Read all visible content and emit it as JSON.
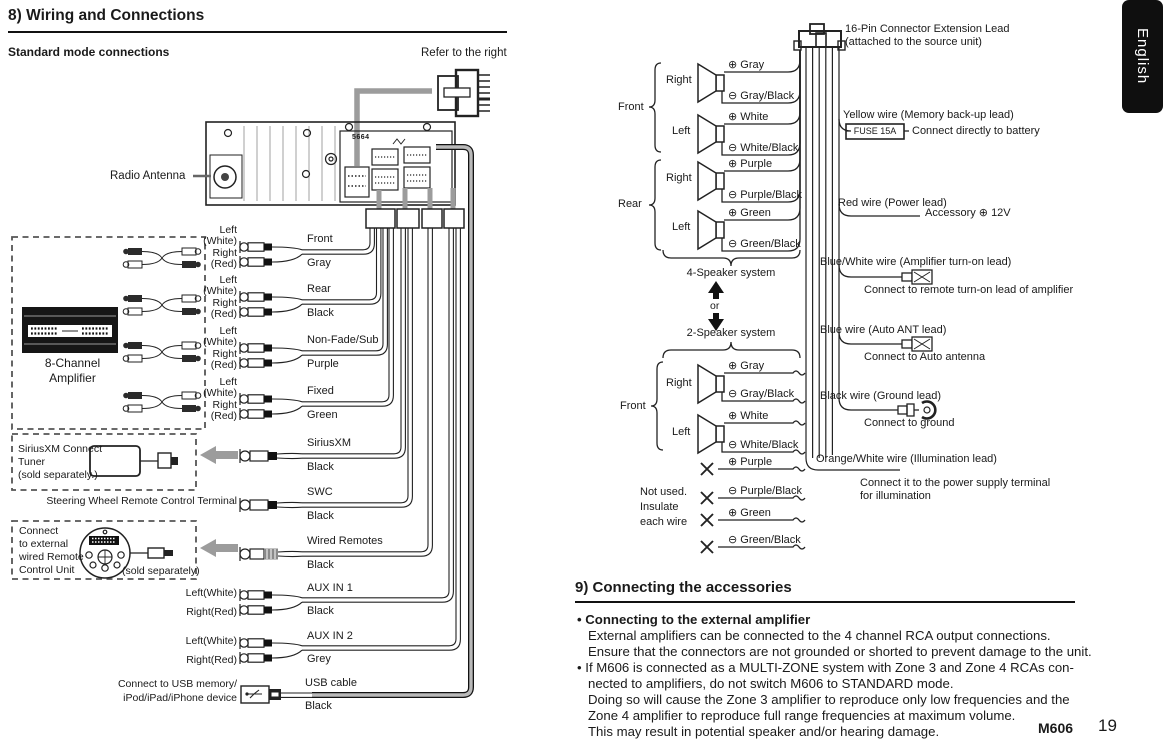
{
  "header": {
    "title": "8) Wiring and Connections",
    "subtitle": "Standard mode connections",
    "refer": "Refer to the right",
    "radio_antenna": "Radio Antenna",
    "unit_code": "5664"
  },
  "tab": {
    "label": "English"
  },
  "left": {
    "amp": {
      "line1": "8-Channel",
      "line2": "Amplifier"
    },
    "rca": [
      {
        "ll1": "Left",
        "ll2": "(White)",
        "rl1": "Right",
        "rl2": "(Red)",
        "name": "Front",
        "color": "Gray"
      },
      {
        "ll1": "Left",
        "ll2": "(White)",
        "rl1": "Right",
        "rl2": "(Red)",
        "name": "Rear",
        "color": "Black"
      },
      {
        "ll1": "Left",
        "ll2": "(White)",
        "rl1": "Right",
        "rl2": "(Red)",
        "name": "Non-Fade/Sub",
        "color": "Purple"
      },
      {
        "ll1": "Left",
        "ll2": "(White)",
        "rl1": "Right",
        "rl2": "(Red)",
        "name": "Fixed",
        "color": "Green"
      }
    ],
    "siriusxm_box": {
      "l1": "SiriusXM Connect",
      "l2": "Tuner",
      "l3": "(sold separately.)"
    },
    "swc_label": "Steering Wheel Remote Control Terminal",
    "remote_box": {
      "l1": "Connect",
      "l2": "to external",
      "l3": "wired Remote",
      "l4": "Control Unit",
      "sold": "(sold separately)"
    },
    "singles": [
      {
        "name": "SiriusXM",
        "color": "Black"
      },
      {
        "name": "SWC",
        "color": "Black"
      },
      {
        "name": "Wired Remotes",
        "color": "Black"
      }
    ],
    "aux": [
      {
        "left": "Left(White)",
        "right": "Right(Red)",
        "name": "AUX IN 1",
        "color": "Black"
      },
      {
        "left": "Left(White)",
        "right": "Right(Red)",
        "name": "AUX IN 2",
        "color": "Grey"
      }
    ],
    "usb": {
      "cap1": "Connect to USB memory/",
      "cap2": "iPod/iPad/iPhone device",
      "name": "USB cable",
      "color": "Black"
    }
  },
  "right": {
    "lead_title1": "16-Pin Connector Extension Lead",
    "lead_title2": "(attached to the source unit)",
    "fourspk": {
      "front": "Front",
      "rear": "Rear",
      "right1": "Right",
      "left1": "Left",
      "right2": "Right",
      "left2": "Left",
      "caption": "4-Speaker system",
      "wires": [
        "⊕ Gray",
        "⊖ Gray/Black",
        "⊕ White",
        "⊖ White/Black",
        "⊕ Purple",
        "⊖ Purple/Black",
        "⊕ Green",
        "⊖ Green/Black"
      ]
    },
    "or_label": "or",
    "twospk": {
      "caption": "2-Speaker system",
      "front": "Front",
      "right": "Right",
      "left": "Left",
      "notused1": "Not used.",
      "notused2": "Insulate",
      "notused3": "each wire",
      "wires": [
        "⊕ Gray",
        "⊖ Gray/Black",
        "⊕ White",
        "⊖ White/Black",
        "⊕ Purple",
        "⊖ Purple/Black",
        "⊕ Green",
        "⊖ Green/Black"
      ]
    },
    "leads": [
      {
        "title": "Yellow wire (Memory back-up lead)",
        "fuse": "FUSE 15A",
        "desc": "Connect directly to battery"
      },
      {
        "title": "Red wire (Power lead)",
        "desc": "Accessory ⊕ 12V"
      },
      {
        "title": "Blue/White wire (Amplifier turn-on lead)",
        "desc": "Connect to remote turn-on lead of amplifier"
      },
      {
        "title": "Blue wire (Auto ANT lead)",
        "desc": "Connect to Auto antenna"
      },
      {
        "title": "Black wire (Ground lead)",
        "desc": "Connect to ground"
      },
      {
        "title": "Orange/White wire (Illumination lead)",
        "desc": "Connect it to the power supply terminal",
        "desc2": "for illumination"
      }
    ]
  },
  "section9": {
    "title": "9) Connecting the accessories",
    "b1_title": "• Connecting to the external amplifier",
    "b1_lines": [
      "External amplifiers can be connected to the 4 channel RCA output connections.",
      "Ensure that the connectors are not grounded or shorted to prevent damage to the unit."
    ],
    "b2_first": "• If M606 is connected as a MULTI-ZONE system with Zone 3 and Zone 4 RCAs con-",
    "b2_lines": [
      "nected to amplifiers, do not switch M606 to STANDARD mode.",
      "Doing so will cause the Zone 3 amplifier to reproduce only low frequencies and the",
      "Zone 4 amplifier to reproduce full range frequencies at maximum volume.",
      "This may result in potential speaker and/or hearing damage."
    ]
  },
  "footer": {
    "model": "M606",
    "page": "19"
  },
  "colors": {
    "ink": "#1a1a1a",
    "cable_gray": "#9c9c9c"
  }
}
